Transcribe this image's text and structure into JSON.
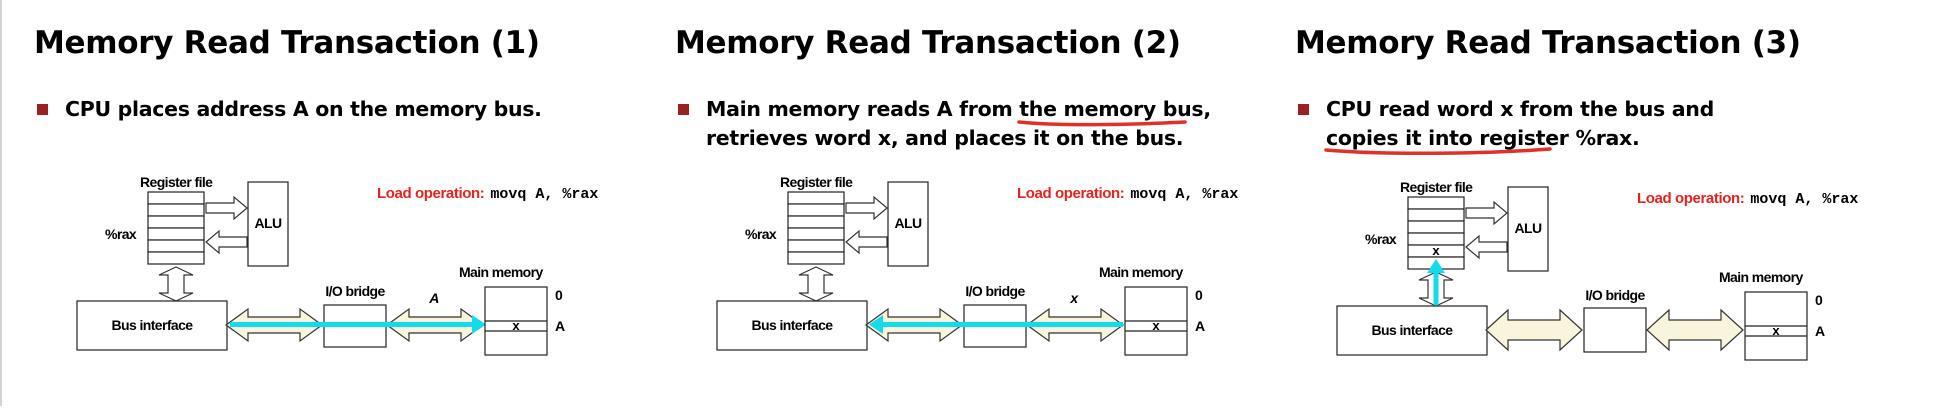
{
  "slides": [
    {
      "title": "Memory Read Transaction (1)",
      "bullet": {
        "pre": "CPU places address A on the memory bus.",
        "underlined": "",
        "post": ""
      },
      "diagram": {
        "register_file_label": "Register file",
        "rax_label": "%rax",
        "rax_value": "",
        "alu_label": "ALU",
        "bus_interface_label": "Bus interface",
        "io_bridge_label": "I/O bridge",
        "main_memory_label": "Main memory",
        "mem_addr_0": "0",
        "mem_addr_A": "A",
        "mem_cell_value": "x",
        "bus_value": "A",
        "op_label": "Load operation:",
        "op_code": "movq A, %rax"
      }
    },
    {
      "title": "Memory Read Transaction (2)",
      "bullet": {
        "pre": "Main memory reads A from ",
        "underlined": "the memory bus",
        "post": ", retrieves word x, and places it on the bus."
      },
      "diagram": {
        "register_file_label": "Register file",
        "rax_label": "%rax",
        "rax_value": "",
        "alu_label": "ALU",
        "bus_interface_label": "Bus interface",
        "io_bridge_label": "I/O bridge",
        "main_memory_label": "Main memory",
        "mem_addr_0": "0",
        "mem_addr_A": "A",
        "mem_cell_value": "x",
        "bus_value": "x",
        "op_label": "Load operation:",
        "op_code": "movq A, %rax"
      }
    },
    {
      "title": "Memory Read Transaction (3)",
      "bullet": {
        "pre": "CPU read word x from the bus and ",
        "underlined": "copies it into register",
        "post": " %rax."
      },
      "diagram": {
        "register_file_label": "Register file",
        "rax_label": "%rax",
        "rax_value": "x",
        "alu_label": "ALU",
        "bus_interface_label": "Bus interface",
        "io_bridge_label": "I/O bridge",
        "main_memory_label": "Main memory",
        "mem_addr_0": "0",
        "mem_addr_A": "A",
        "mem_cell_value": "x",
        "bus_value": "",
        "op_label": "Load operation:",
        "op_code": "movq A, %rax"
      }
    }
  ]
}
